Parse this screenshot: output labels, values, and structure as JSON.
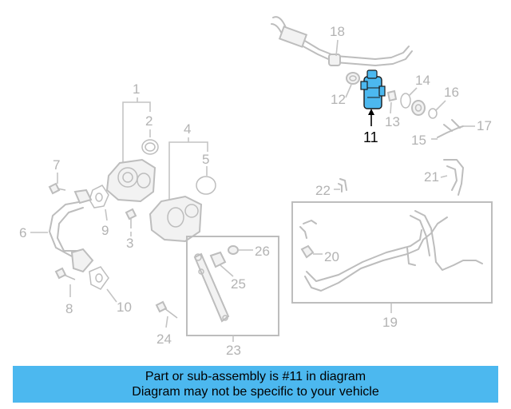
{
  "diagram": {
    "highlighted_part": "11",
    "highlight_color": "#4cb8ef",
    "callouts": {
      "c1": "1",
      "c2": "2",
      "c3": "3",
      "c4": "4",
      "c5": "5",
      "c6": "6",
      "c7": "7",
      "c8": "8",
      "c9": "9",
      "c10": "10",
      "c11": "11",
      "c12": "12",
      "c13": "13",
      "c14": "14",
      "c15": "15",
      "c16": "16",
      "c17": "17",
      "c18": "18",
      "c19": "19",
      "c20": "20",
      "c21": "21",
      "c22": "22",
      "c23": "23",
      "c24": "24",
      "c25": "25",
      "c26": "26"
    }
  },
  "banner": {
    "line1": "Part or sub-assembly is #11 in diagram",
    "line2": "Diagram may not be specific to your vehicle",
    "background": "#4cb8ef"
  }
}
